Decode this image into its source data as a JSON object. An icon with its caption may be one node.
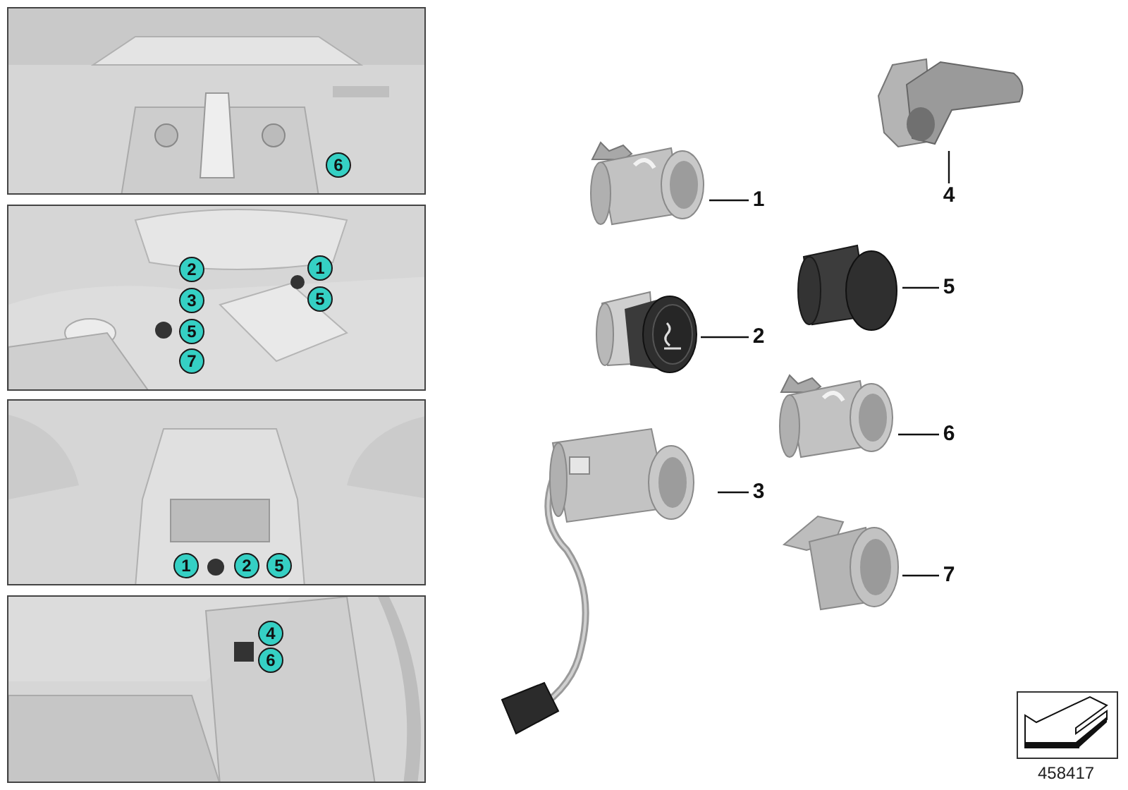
{
  "diagram": {
    "nodes": [
      {
        "text": [],
        "shape": "picture"
      },
      {
        "text": [
          "6"
        ],
        "in": 0
      },
      {
        "text": [],
        "shape": "picture"
      },
      {
        "text": [
          "2"
        ],
        "in": 2
      },
      {
        "text": [
          "1"
        ],
        "in": 2
      },
      {
        "text": [
          "3"
        ],
        "in": 2
      },
      {
        "text": [
          "5"
        ],
        "in": 2
      },
      {
        "text": [
          "5"
        ],
        "in": 2
      },
      {
        "text": [
          "7"
        ],
        "in": 2
      },
      {
        "text": [],
        "shape": "picture"
      },
      {
        "text": [
          "1"
        ],
        "in": 9
      },
      {
        "text": [
          "2"
        ],
        "in": 9
      },
      {
        "text": [
          "5"
        ],
        "in": 9
      },
      {
        "text": [],
        "shape": "picture"
      },
      {
        "text": [
          "4"
        ],
        "in": 13
      },
      {
        "text": [
          "6"
        ],
        "in": 13
      },
      {
        "text": [],
        "shape": "picture"
      },
      {
        "text": [
          "1"
        ]
      },
      {
        "text": [],
        "shape": "picture"
      },
      {
        "text": [
          "2"
        ]
      },
      {
        "text": [],
        "shape": "picture"
      },
      {
        "text": [
          "3"
        ]
      },
      {
        "text": [],
        "shape": "picture"
      },
      {
        "text": [
          "4"
        ]
      },
      {
        "text": [],
        "shape": "picture"
      },
      {
        "text": [
          "5"
        ]
      },
      {
        "text": [],
        "shape": "picture"
      },
      {
        "text": [
          "6"
        ]
      },
      {
        "text": [],
        "shape": "picture"
      },
      {
        "text": [
          "7"
        ]
      }
    ],
    "edges": [
      {
        "from": 17,
        "to": 16,
        "arrow": "none"
      },
      {
        "from": 19,
        "to": 18,
        "arrow": "none"
      },
      {
        "from": 21,
        "to": 20,
        "arrow": "none"
      },
      {
        "from": 23,
        "to": 22,
        "arrow": "none"
      },
      {
        "from": 25,
        "to": 24,
        "arrow": "none"
      },
      {
        "from": 27,
        "to": 26,
        "arrow": "none"
      },
      {
        "from": 29,
        "to": 28,
        "arrow": "none"
      }
    ],
    "labels": [
      "458417"
    ]
  }
}
